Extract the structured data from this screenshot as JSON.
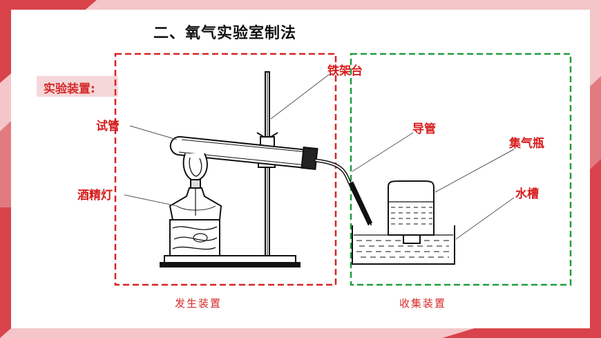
{
  "slide": {
    "title": "二、氧气实验室制法",
    "section_tag": "实验装置:",
    "accent_color": "#d9434b",
    "border_pink": "#f2c3c6"
  },
  "labels": {
    "test_tube": "试管",
    "alcohol_lamp": "酒精灯",
    "iron_stand": "铁架台",
    "delivery_tube": "导管",
    "gas_jar": "集气瓶",
    "water_trough": "水槽"
  },
  "regions": {
    "generation": {
      "caption": "发生装置",
      "border_color": "#d62424"
    },
    "collection": {
      "caption": "收集装置",
      "border_color": "#1e9e3e"
    }
  }
}
